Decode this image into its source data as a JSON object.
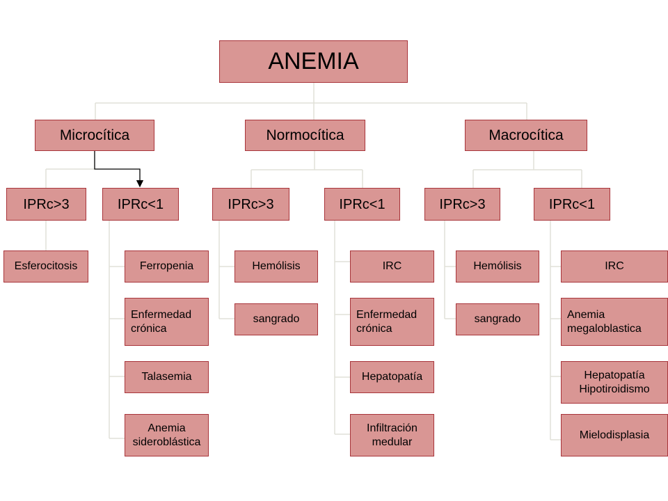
{
  "root": "ANEMIA",
  "categories": [
    {
      "label": "Microcítica",
      "groups": [
        {
          "label": "IPRc>3",
          "items": [
            "Esferocitosis"
          ]
        },
        {
          "label": "IPRc<1",
          "items": [
            "Ferropenia",
            "Enfermedad\ncrónica",
            "Talasemia",
            "Anemia\nsideroblástica"
          ]
        }
      ]
    },
    {
      "label": "Normocítica",
      "groups": [
        {
          "label": "IPRc>3",
          "items": [
            "Hemólisis",
            "sangrado"
          ]
        },
        {
          "label": "IPRc<1",
          "items": [
            "IRC",
            "Enfermedad\ncrónica",
            "Hepatopatía",
            "Infiltración\nmedular"
          ]
        }
      ]
    },
    {
      "label": "Macrocítica",
      "groups": [
        {
          "label": "IPRc>3",
          "items": [
            "Hemólisis",
            "sangrado"
          ]
        },
        {
          "label": "IPRc<1",
          "items": [
            "IRC",
            "Anemia\nmegaloblastica",
            "Hepatopatía\nHipotiroidismo",
            "Mielodisplasia"
          ]
        }
      ]
    }
  ],
  "colors": {
    "box_fill": "#d99694",
    "box_border": "#a8343a",
    "connector": "#e0e0d8",
    "highlight_connector": "#000000"
  }
}
